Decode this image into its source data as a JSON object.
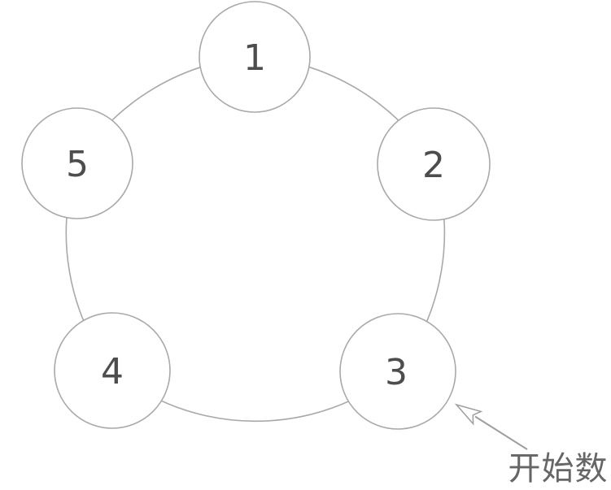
{
  "diagram": {
    "nodes": [
      {
        "label": "1"
      },
      {
        "label": "2"
      },
      {
        "label": "3"
      },
      {
        "label": "4"
      },
      {
        "label": "5"
      }
    ],
    "annotation": {
      "label": "开始数",
      "target_node": "3"
    }
  },
  "colors": {
    "background": "#ffffff",
    "ring_stroke": "#a9a9a9",
    "node_fill": "#ffffff",
    "node_number": "#4d4d4d",
    "arrow": "#9e9e9e",
    "annotation_text": "#666666"
  }
}
